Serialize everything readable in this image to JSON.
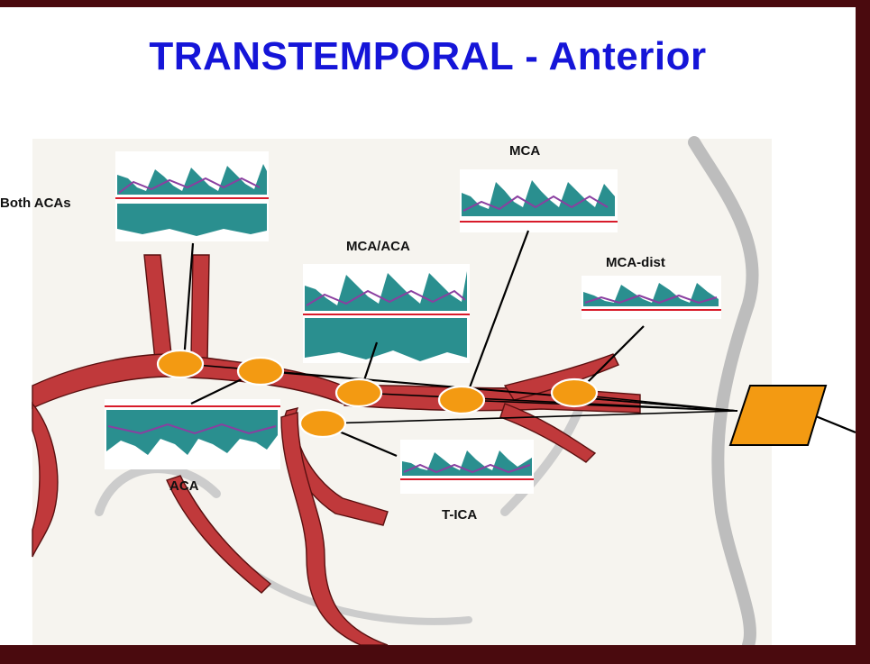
{
  "title": "TRANSTEMPORAL - Anterior",
  "labels": {
    "both_acas": "Both ACAs",
    "mca": "MCA",
    "mca_aca": "MCA/ACA",
    "mca_dist": "MCA-dist",
    "aca": "ACA",
    "t_ica": "T-ICA"
  },
  "colors": {
    "title": "#1515d8",
    "vessel": "#c0393b",
    "sample_volume": "#f39a12",
    "probe": "#f39a12",
    "spectral_trace": "#2a8f8f",
    "spectral_accent": "#8a3fa0",
    "baseline": "#d81b2a",
    "frame": "#4a0a0e"
  }
}
